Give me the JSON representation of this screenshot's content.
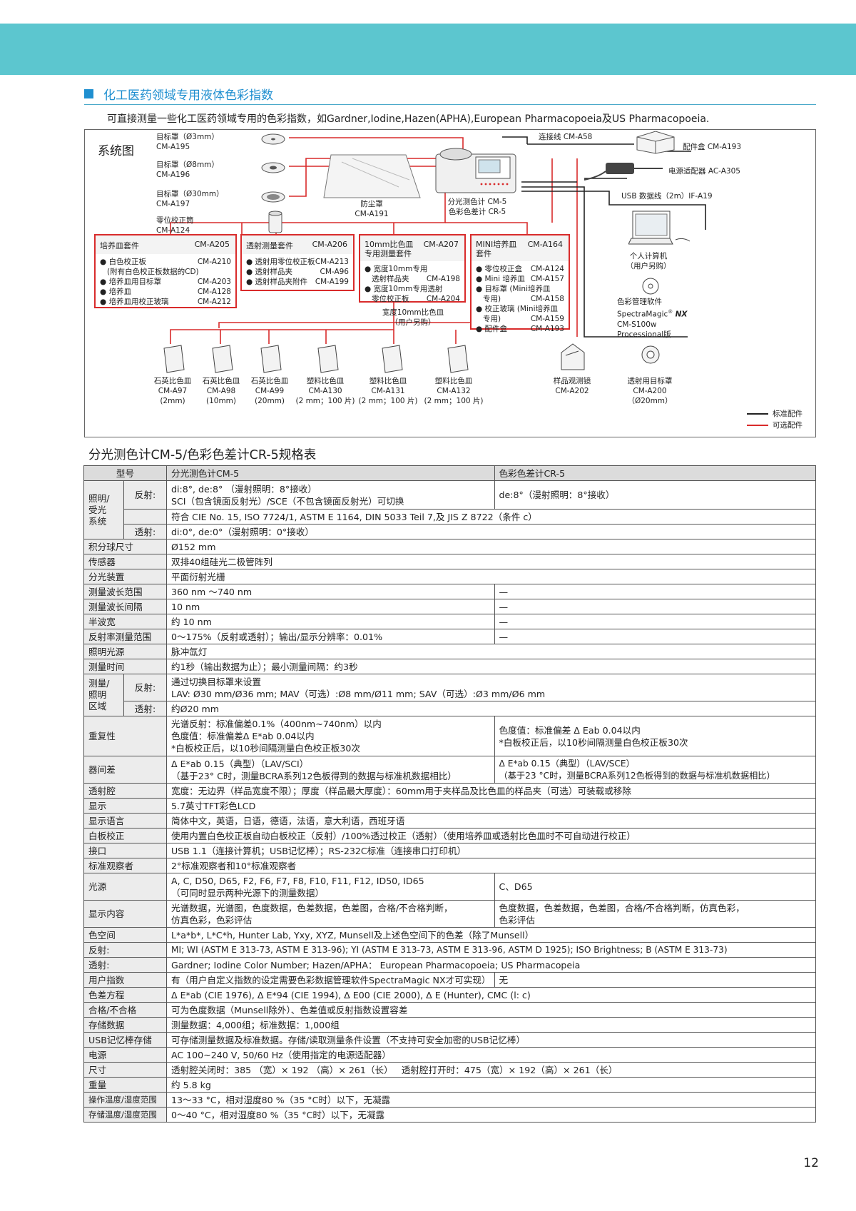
{
  "section": {
    "title": "化工医药领域专用液体色彩指数",
    "intro": "可直接测量一些化工医药领域专用的色彩指数，如Gardner,Iodine,Hazen(APHA),European Pharmacopoeia及US Pharmacopoeia."
  },
  "system": {
    "title": "系统图",
    "targets": [
      {
        "name": "目标罩（Ø3mm）",
        "code": "CM-A195"
      },
      {
        "name": "目标罩（Ø8mm）",
        "code": "CM-A196"
      },
      {
        "name": "目标罩（Ø30mm）",
        "code": "CM-A197"
      },
      {
        "name": "零位校正筒",
        "code": "CM-A124"
      }
    ],
    "dust_cover": {
      "name": "防尘罩",
      "code": "CM-A191"
    },
    "instrument": {
      "name": "分光测色计  CM-5",
      "name2": "色彩色差计  CR-5"
    },
    "cable": "连接线 CM-A58",
    "box": "配件盒 CM-A193",
    "adapter": "电源适配器 AC-A305",
    "usb": "USB 数据线（2m）IF-A19",
    "pc": {
      "name": "个人计算机",
      "note": "（用户另购）"
    },
    "software": {
      "l1": "色彩管理软件",
      "l2": "SpectraMagic",
      "l2b": "NX",
      "l3": "CM-S100w",
      "l4": "Processional版"
    },
    "kits": [
      {
        "name": "培养皿套件",
        "code": "CM-A205",
        "items": [
          {
            "n": "● 白色校正板",
            "c": "CM-A210"
          },
          {
            "n": "   (附有白色校正板数据的CD)",
            "c": ""
          },
          {
            "n": "● 培养皿用目标罩",
            "c": "CM-A203"
          },
          {
            "n": "● 培养皿",
            "c": "CM-A128"
          },
          {
            "n": "● 培养皿用校正玻璃",
            "c": "CM-A212"
          }
        ]
      },
      {
        "name": "透射测量套件",
        "code": "CM-A206",
        "items": [
          {
            "n": "● 透射用零位校正板",
            "c": "CM-A213"
          },
          {
            "n": "● 透射样品夹",
            "c": "CM-A96"
          },
          {
            "n": "● 透射样品夹附件",
            "c": "CM-A199"
          }
        ]
      },
      {
        "name": "10mm比色皿\n专用测量套件",
        "code": "CM-A207",
        "items": [
          {
            "n": "● 宽度10mm专用",
            "c": ""
          },
          {
            "n": "   透射样品夹",
            "c": "CM-A198"
          },
          {
            "n": "● 宽度10mm专用透射",
            "c": ""
          },
          {
            "n": "   零位校正板",
            "c": "CM-A204"
          }
        ]
      },
      {
        "name": "MINI培养皿\n套件",
        "code": "CM-A164",
        "items": [
          {
            "n": "● 零位校正盒",
            "c": "CM-A124"
          },
          {
            "n": "● Mini 培养皿",
            "c": "CM-A157"
          },
          {
            "n": "● 目标罩 (Mini培养皿",
            "c": ""
          },
          {
            "n": "   专用)",
            "c": "CM-A158"
          },
          {
            "n": "● 校正玻璃 (Mini培养皿",
            "c": ""
          },
          {
            "n": "   专用)",
            "c": "CM-A159"
          },
          {
            "n": "● 配件盒",
            "c": "CM-A193"
          }
        ]
      }
    ],
    "wide_cell": {
      "l1": "宽度10mm比色皿",
      "l2": "（用户另购）"
    },
    "cells": [
      {
        "name": "石英比色皿",
        "code": "CM-A97",
        "size": "(2mm)"
      },
      {
        "name": "石英比色皿",
        "code": "CM-A98",
        "size": "(10mm)"
      },
      {
        "name": "石英比色皿",
        "code": "CM-A99",
        "size": "(20mm)"
      },
      {
        "name": "塑料比色皿",
        "code": "CM-A130",
        "size": "(2 mm；100 片)"
      },
      {
        "name": "塑料比色皿",
        "code": "CM-A131",
        "size": "(2 mm；100 片)"
      },
      {
        "name": "塑料比色皿",
        "code": "CM-A132",
        "size": "(2 mm；100 片)"
      }
    ],
    "viewer": {
      "name": "样品观测镜",
      "code": "CM-A202"
    },
    "trans_target": {
      "name": "透射用目标罩",
      "code": "CM-A200",
      "size": "（Ø20mm）"
    },
    "legend": {
      "std": "标准配件",
      "opt": "可选配件"
    }
  },
  "spec": {
    "title": "分光测色计CM-5/色彩色差计CR-5规格表",
    "header": {
      "model": "型号",
      "cm5": "分光测色计CM-5",
      "cr5": "色彩色差计CR-5"
    },
    "illum": {
      "label": "照明/\n受光\n系统",
      "refl": "反射:",
      "refl_cm5": "di:8°, de:8° （漫射照明：8°接收）\nSCI（包含镜面反射光）/SCE（不包含镜面反射光）可切换",
      "refl_cr5": "de:8°（漫射照明：8°接收）",
      "refl_std": "符合 CIE No. 15, ISO 7724/1, ASTM E 1164, DIN 5033 Teil 7,及 JIS Z 8722（条件 c）",
      "trans": "透射:",
      "trans_v": "di:0°, de:0°（漫射照明：0°接收）"
    },
    "rows_a": [
      {
        "k": "积分球尺寸",
        "v": "Ø152 mm"
      },
      {
        "k": "传感器",
        "v": "双排40组硅光二极管阵列"
      },
      {
        "k": "分光装置",
        "v": "平面衍射光栅"
      },
      {
        "k": "测量波长范围",
        "v": "360 nm ～740 nm",
        "v2": "—"
      },
      {
        "k": "测量波长间隔",
        "v": "10 nm",
        "v2": "—"
      },
      {
        "k": "半波宽",
        "v": "约 10 nm",
        "v2": "—"
      },
      {
        "k": "反射率测量范围",
        "v": "0～175%（反射或透射）；输出/显示分辨率：0.01%",
        "v2": "—"
      },
      {
        "k": "照明光源",
        "v": "脉冲氙灯"
      },
      {
        "k": "测量时间",
        "v": "约1秒（输出数据为止）；最小测量间隔：约3秒"
      }
    ],
    "area": {
      "label": "测量/\n照明\n区域",
      "refl": "反射:",
      "refl_v": "通过切换目标罩来设置\nLAV: Ø30 mm/Ø36 mm; MAV（可选）:Ø8 mm/Ø11 mm; SAV（可选）:Ø3 mm/Ø6 mm",
      "trans": "透射:",
      "trans_v": "约Ø20 mm"
    },
    "repeat": {
      "k": "重复性",
      "cm5": "光谱反射：标准偏差0.1%（400nm~740nm）以内\n色度值：标准偏差Δ E*ab 0.04以内\n*白板校正后，以10秒间隔测量白色校正板30次",
      "cr5": "色度值：标准偏差 Δ Eab 0.04以内\n*白板校正后，以10秒间隔测量白色校正板30次"
    },
    "inter": {
      "k": "器间差",
      "cm5": "Δ E*ab 0.15（典型）（LAV/SCI）\n（基于23° C时，测量BCRA系列12色板得到的数据与标准机数据相比）",
      "cr5": "Δ E*ab 0.15（典型）（LAV/SCE）\n（基于23 °C时，测量BCRA系列12色板得到的数据与标准机数据相比）"
    },
    "rows_b": [
      {
        "k": "透射腔",
        "v": "宽度：无边界（样品宽度不限）；厚度（样品最大厚度）：60mm用于夹样品及比色皿的样品夹（可选）可装载或移除"
      },
      {
        "k": "显示",
        "v": "5.7英寸TFT彩色LCD"
      },
      {
        "k": "显示语言",
        "v": "简体中文，英语，日语，德语，法语，意大利语，西班牙语"
      },
      {
        "k": "白板校正",
        "v": "使用内置白色校正板自动白板校正（反射）/100%透过校正（透射）（使用培养皿或透射比色皿时不可自动进行校正）"
      },
      {
        "k": "接口",
        "v": "USB 1.1（连接计算机；USB记忆棒）；RS-232C标准（连接串口打印机）"
      },
      {
        "k": "标准观察者",
        "v": "2°标准观察者和10°标准观察者"
      }
    ],
    "illuminant": {
      "k": "光源",
      "cm5": "A, C, D50, D65, F2, F6, F7, F8, F10, F11, F12, ID50, ID65\n（可同时显示两种光源下的测量数据）",
      "cr5": "C、D65"
    },
    "display": {
      "k": "显示内容",
      "cm5": "光谱数据，光谱图，色度数据，色差数据，色差图，合格/不合格判断，\n仿真色彩，色彩评估",
      "cr5": "色度数据，色差数据，色差图，合格/不合格判断，仿真色彩，\n色彩评估"
    },
    "rows_c": [
      {
        "k": "色空间",
        "v": "L*a*b*, L*C*h, Hunter Lab, Yxy, XYZ, Munsell及上述色空间下的色差（除了Munsell）"
      },
      {
        "k": "反射:",
        "v": "MI; WI (ASTM E 313-73, ASTM E 313-96); YI (ASTM E 313-73, ASTM E 313-96, ASTM D 1925); ISO Brightness; B (ASTM E 313-73)"
      },
      {
        "k": "透射:",
        "v": "Gardner; Iodine Color Number; Hazen/APHA： European Pharmacopoeia; US Pharmacopeia"
      }
    ],
    "user_index": {
      "k": "用户指数",
      "cm5": "有（用户自定义指数的设定需要色彩数据管理软件SpectraMagic NX才可实现）",
      "cr5": "无"
    },
    "rows_d": [
      {
        "k": "色差方程",
        "v": "Δ E*ab (CIE 1976), Δ E*94 (CIE 1994), Δ E00 (CIE 2000), Δ E (Hunter), CMC (l: c)"
      },
      {
        "k": "合格/不合格",
        "v": "可为色度数据（Munsell除外）、色差值或反射指数设置容差"
      },
      {
        "k": "存储数据",
        "v": "测量数据：4,000组；标准数据：1,000组"
      },
      {
        "k": "USB记忆棒存储",
        "v": "可存储测量数据及标准数据。存储/读取测量条件设置（不支持可安全加密的USB记忆棒）"
      },
      {
        "k": "电源",
        "v": "AC 100~240 V, 50/60 Hz（使用指定的电源适配器）"
      },
      {
        "k": "尺寸",
        "v": "透射腔关闭时：385 （宽）× 192 （高）× 261（长）   透射腔打开时：475（宽）× 192（高）× 261（长）"
      },
      {
        "k": "重量",
        "v": "约 5.8 kg"
      },
      {
        "k": "操作温度/湿度范围",
        "v": "13～33 °C，相对湿度80 %（35 °C时）以下，无凝露"
      },
      {
        "k": "存储温度/湿度范围",
        "v": "0～40 °C，相对湿度80 %（35 °C时）以下，无凝露"
      }
    ]
  },
  "page_number": "12",
  "colors": {
    "band": "#5cc6cf",
    "accent": "#1f8fd0",
    "optional": "#d92b2b"
  }
}
